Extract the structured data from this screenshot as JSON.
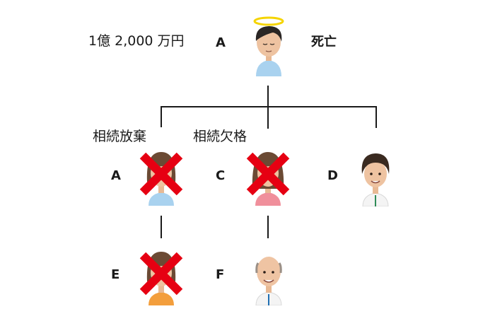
{
  "colors": {
    "cross": "#e60012",
    "line": "#1a1a1a",
    "halo": "#f5d400",
    "shirt_blue": "#a9d2ef",
    "shirt_pink": "#f08f9b",
    "shirt_orange": "#f39e3c",
    "shirt_white": "#f4f4f4"
  },
  "root": {
    "amount": "1億 2,000 万円",
    "label": "A",
    "status": "死亡"
  },
  "annotations": {
    "renounce": "相続放棄",
    "disqualified": "相続欠格"
  },
  "children": [
    {
      "label": "A",
      "crossed": true
    },
    {
      "label": "C",
      "crossed": true
    },
    {
      "label": "D",
      "crossed": false
    }
  ],
  "grandchildren": [
    {
      "label": "E",
      "crossed": true
    },
    {
      "label": "F",
      "crossed": false
    }
  ]
}
